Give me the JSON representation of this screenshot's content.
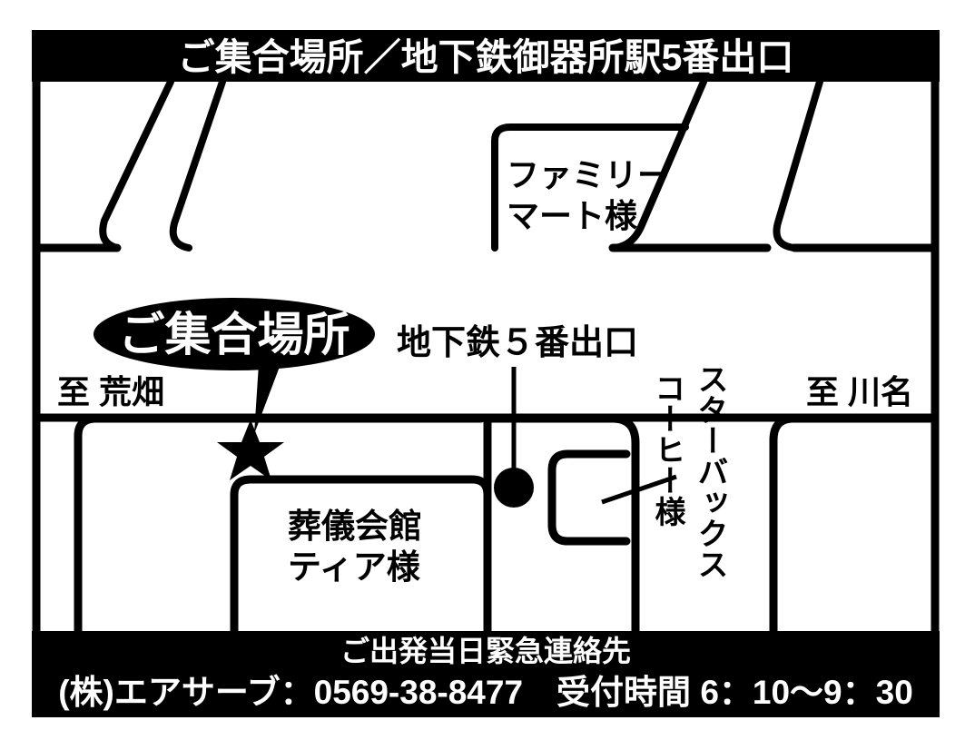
{
  "document": {
    "type": "access-map",
    "language": "ja",
    "background_color": "#ffffff",
    "ink_color": "#000000"
  },
  "header": {
    "title": "ご集合場所／地下鉄御器所駅5番出口",
    "background_color": "#000000",
    "text_color": "#ffffff"
  },
  "footer": {
    "line1": "ご出発当日緊急連絡先",
    "line2": "(株)エアサーブ：0569-38-8477　受付時間 6：10〜9：30",
    "company": "(株)エアサーブ",
    "phone": "0569-38-8477",
    "hours_label": "受付時間",
    "hours": "6：10〜9：30",
    "background_color": "#000000",
    "text_color": "#ffffff"
  },
  "map": {
    "callout": {
      "label": "ご集合場所",
      "shape": "ellipse",
      "fill": "#000000",
      "text_color": "#ffffff",
      "points_to": "meeting-point-star"
    },
    "markers": [
      {
        "id": "meeting-point-star",
        "glyph": "★",
        "meaning": "meeting point"
      },
      {
        "id": "subway-exit-dot",
        "glyph": "●",
        "meaning": "subway exit 5"
      }
    ],
    "labels": [
      {
        "id": "subway-exit",
        "text": "地下鉄５番出口",
        "orientation": "horizontal"
      },
      {
        "id": "familymart",
        "text1": "ファミリー",
        "text2": "マート様",
        "orientation": "horizontal"
      },
      {
        "id": "funeral-hall",
        "text1": "葬儀会館",
        "text2": "ティア様",
        "orientation": "horizontal"
      },
      {
        "id": "starbucks-col1",
        "text": "スターバックス",
        "orientation": "vertical"
      },
      {
        "id": "starbucks-col2",
        "text": "コーヒー様",
        "orientation": "vertical"
      },
      {
        "id": "direction-left",
        "text": "至 荒畑",
        "orientation": "horizontal"
      },
      {
        "id": "direction-right",
        "text": "至 川名",
        "orientation": "horizontal"
      }
    ]
  }
}
